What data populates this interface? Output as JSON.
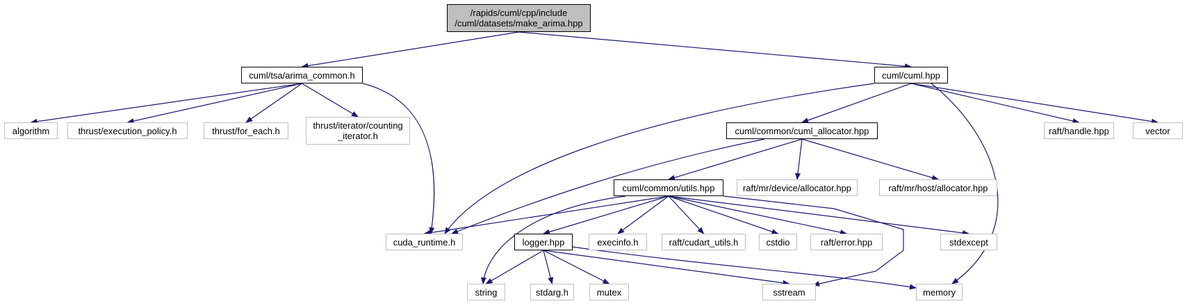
{
  "colors": {
    "edge": "#191970",
    "root_fill": "#bfbfbf",
    "internal_border": "#000000",
    "external_border": "#bfbfbf"
  },
  "nodes": [
    {
      "id": "make_arima",
      "label": "/rapids/cuml/cpp/include\n/cuml/datasets/make_arima.hpp",
      "kind": "root"
    },
    {
      "id": "arima_common",
      "label": "cuml/tsa/arima_common.h",
      "kind": "internal"
    },
    {
      "id": "cuml_hpp",
      "label": "cuml/cuml.hpp",
      "kind": "internal"
    },
    {
      "id": "algorithm",
      "label": "algorithm",
      "kind": "external"
    },
    {
      "id": "execution_policy",
      "label": "thrust/execution_policy.h",
      "kind": "external"
    },
    {
      "id": "for_each",
      "label": "thrust/for_each.h",
      "kind": "external"
    },
    {
      "id": "counting_iterator",
      "label": "thrust/iterator/counting\n_iterator.h",
      "kind": "external"
    },
    {
      "id": "cuml_allocator",
      "label": "cuml/common/cuml_allocator.hpp",
      "kind": "internal"
    },
    {
      "id": "raft_handle",
      "label": "raft/handle.hpp",
      "kind": "external"
    },
    {
      "id": "vector",
      "label": "vector",
      "kind": "external"
    },
    {
      "id": "utils_hpp",
      "label": "cuml/common/utils.hpp",
      "kind": "internal"
    },
    {
      "id": "mr_device_alloc",
      "label": "raft/mr/device/allocator.hpp",
      "kind": "external"
    },
    {
      "id": "mr_host_alloc",
      "label": "raft/mr/host/allocator.hpp",
      "kind": "external"
    },
    {
      "id": "cuda_runtime",
      "label": "cuda_runtime.h",
      "kind": "external"
    },
    {
      "id": "logger_hpp",
      "label": "logger.hpp",
      "kind": "internal"
    },
    {
      "id": "execinfo",
      "label": "execinfo.h",
      "kind": "external"
    },
    {
      "id": "cudart_utils",
      "label": "raft/cudart_utils.h",
      "kind": "external"
    },
    {
      "id": "cstdio",
      "label": "cstdio",
      "kind": "external"
    },
    {
      "id": "raft_error",
      "label": "raft/error.hpp",
      "kind": "external"
    },
    {
      "id": "stdexcept",
      "label": "stdexcept",
      "kind": "external"
    },
    {
      "id": "string",
      "label": "string",
      "kind": "external"
    },
    {
      "id": "stdarg",
      "label": "stdarg.h",
      "kind": "external"
    },
    {
      "id": "mutex",
      "label": "mutex",
      "kind": "external"
    },
    {
      "id": "sstream",
      "label": "sstream",
      "kind": "external"
    },
    {
      "id": "memory",
      "label": "memory",
      "kind": "external"
    }
  ],
  "edges": [
    {
      "from": "make_arima",
      "to": "arima_common"
    },
    {
      "from": "make_arima",
      "to": "cuml_hpp"
    },
    {
      "from": "arima_common",
      "to": "algorithm"
    },
    {
      "from": "arima_common",
      "to": "execution_policy"
    },
    {
      "from": "arima_common",
      "to": "for_each"
    },
    {
      "from": "arima_common",
      "to": "counting_iterator"
    },
    {
      "from": "arima_common",
      "to": "cuda_runtime"
    },
    {
      "from": "cuml_hpp",
      "to": "cuda_runtime"
    },
    {
      "from": "cuml_hpp",
      "to": "cuml_allocator"
    },
    {
      "from": "cuml_hpp",
      "to": "raft_handle"
    },
    {
      "from": "cuml_hpp",
      "to": "vector"
    },
    {
      "from": "cuml_hpp",
      "to": "memory"
    },
    {
      "from": "cuml_allocator",
      "to": "cuda_runtime"
    },
    {
      "from": "cuml_allocator",
      "to": "utils_hpp"
    },
    {
      "from": "cuml_allocator",
      "to": "mr_device_alloc"
    },
    {
      "from": "cuml_allocator",
      "to": "mr_host_alloc"
    },
    {
      "from": "utils_hpp",
      "to": "cuda_runtime"
    },
    {
      "from": "utils_hpp",
      "to": "string"
    },
    {
      "from": "utils_hpp",
      "to": "logger_hpp"
    },
    {
      "from": "utils_hpp",
      "to": "execinfo"
    },
    {
      "from": "utils_hpp",
      "to": "cudart_utils"
    },
    {
      "from": "utils_hpp",
      "to": "cstdio"
    },
    {
      "from": "utils_hpp",
      "to": "raft_error"
    },
    {
      "from": "utils_hpp",
      "to": "sstream"
    },
    {
      "from": "utils_hpp",
      "to": "stdexcept"
    },
    {
      "from": "logger_hpp",
      "to": "string"
    },
    {
      "from": "logger_hpp",
      "to": "stdarg"
    },
    {
      "from": "logger_hpp",
      "to": "mutex"
    },
    {
      "from": "logger_hpp",
      "to": "sstream"
    },
    {
      "from": "logger_hpp",
      "to": "memory"
    }
  ]
}
